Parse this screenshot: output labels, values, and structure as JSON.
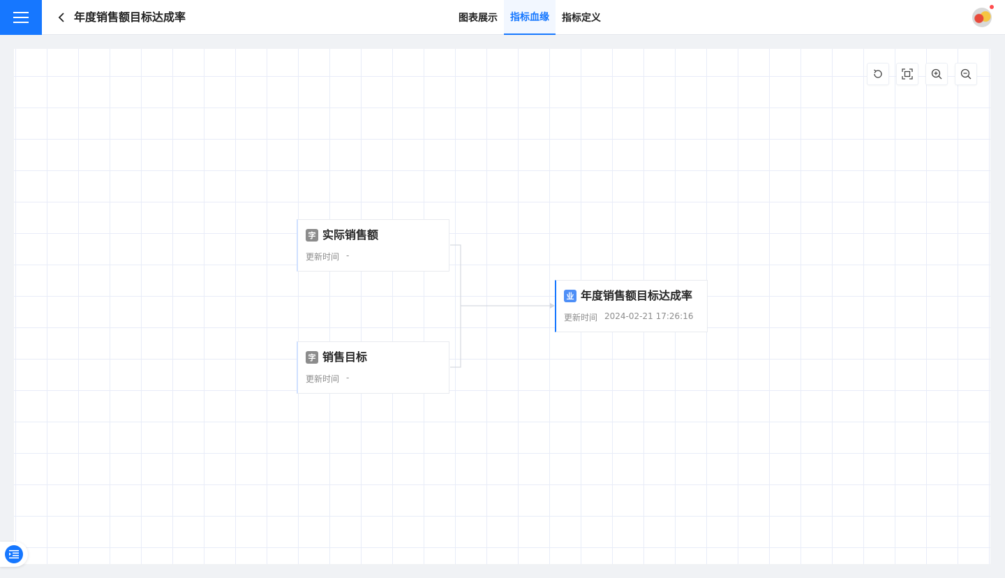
{
  "header": {
    "title": "年度销售额目标达成率",
    "tabs": [
      {
        "label": "图表展示",
        "active": false
      },
      {
        "label": "指标血缘",
        "active": true
      },
      {
        "label": "指标定义",
        "active": false
      }
    ]
  },
  "toolbar": {
    "icons": [
      "refresh-icon",
      "fit-view-icon",
      "zoom-in-icon",
      "zoom-out-icon"
    ]
  },
  "lineage": {
    "sources": [
      {
        "badge": "字",
        "name": "实际销售额",
        "updated_label": "更新时间",
        "updated_value": "-"
      },
      {
        "badge": "字",
        "name": "销售目标",
        "updated_label": "更新时间",
        "updated_value": "-"
      }
    ],
    "target": {
      "badge": "业",
      "name": "年度销售额目标达成率",
      "updated_label": "更新时间",
      "updated_value": "2024-02-21 17:26:16"
    }
  },
  "colors": {
    "accent": "#1677ff",
    "grid": "#e8ecf8",
    "source_badge": "#8c8c8c",
    "target_badge": "#4e8ff7",
    "notification_dot": "#ff4d4f"
  }
}
